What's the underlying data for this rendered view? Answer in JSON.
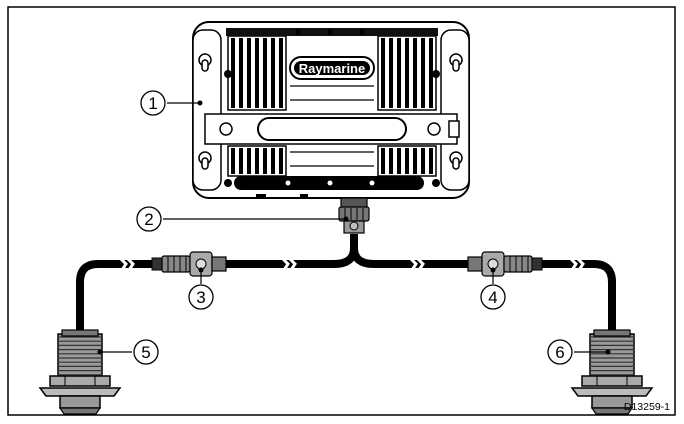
{
  "diagram": {
    "brand_label": "Raymarine",
    "reference_code": "D13259-1",
    "callouts": [
      {
        "id": "1",
        "label": "1"
      },
      {
        "id": "2",
        "label": "2"
      },
      {
        "id": "3",
        "label": "3"
      },
      {
        "id": "4",
        "label": "4"
      },
      {
        "id": "5",
        "label": "5"
      },
      {
        "id": "6",
        "label": "6"
      }
    ]
  }
}
